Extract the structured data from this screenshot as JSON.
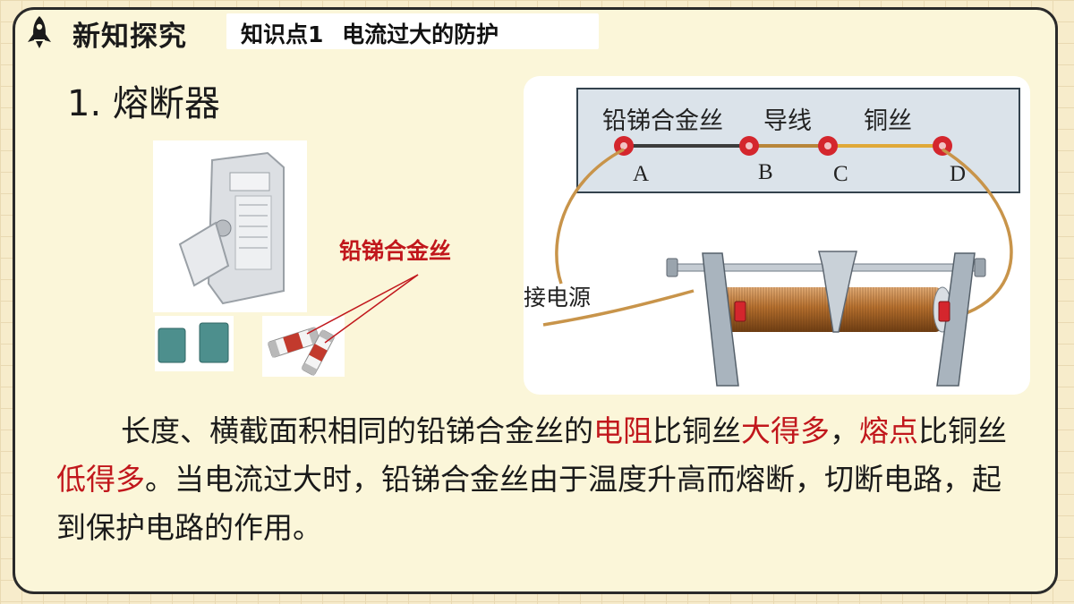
{
  "header": {
    "section_title": "新知探究",
    "topic": "知识点1 电流过大的防护"
  },
  "subheading": "1. 熔断器",
  "fuse_photo": {
    "label": "铅锑合金丝"
  },
  "diagram": {
    "segments": [
      "铅锑合金丝",
      "导线",
      "铜丝"
    ],
    "terminals": [
      "A",
      "B",
      "C",
      "D"
    ],
    "power_label": "接电源"
  },
  "paragraph": {
    "parts": [
      {
        "text": "长度、横截面积相同的铅锑合金丝的",
        "highlight": false
      },
      {
        "text": "电阻",
        "highlight": true
      },
      {
        "text": "比铜丝",
        "highlight": false
      },
      {
        "text": "大得多",
        "highlight": true
      },
      {
        "text": "，",
        "highlight": false
      },
      {
        "text": "熔点",
        "highlight": true
      },
      {
        "text": "比铜丝",
        "highlight": false
      },
      {
        "text": "低得多",
        "highlight": true
      },
      {
        "text": "。当电流过大时，铅锑合金丝由于温度升高而熔断，切断电路，起到保护电路的作用。",
        "highlight": false
      }
    ]
  },
  "colors": {
    "background": "#f7eccb",
    "panel": "#fbf6d9",
    "highlight": "#c1171c",
    "copper_wire": "#c8944a",
    "terminal": "#d4262d"
  }
}
